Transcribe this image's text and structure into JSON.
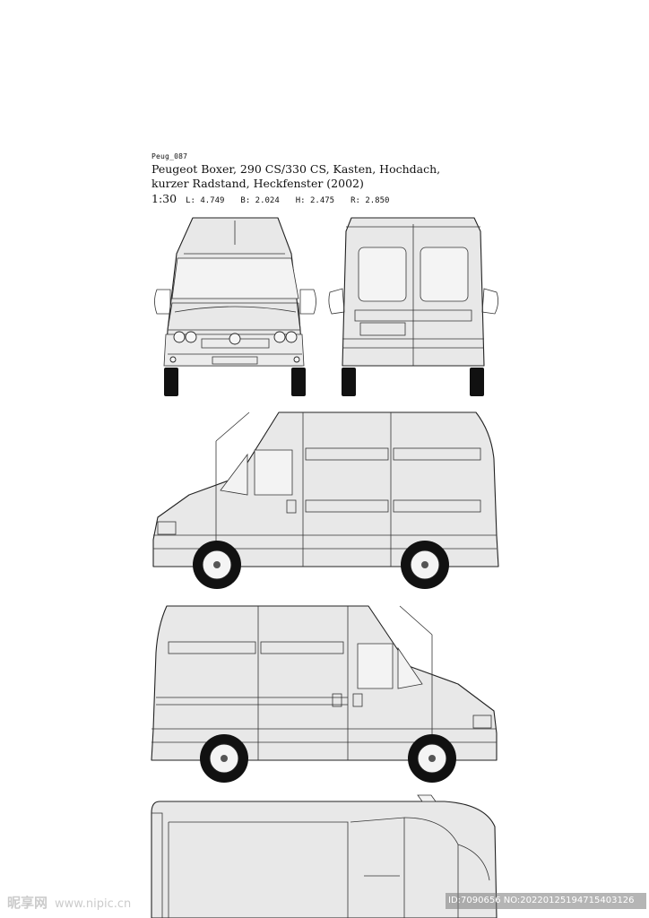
{
  "header": {
    "code": "Peug_087",
    "title_line1": "Peugeot Boxer, 290 CS/330 CS, Kasten, Hochdach,",
    "title_line2": "kurzer Radstand, Heckfenster (2002)",
    "scale": "1:30",
    "length": "L: 4.749",
    "width": "B: 2.024",
    "height": "H: 2.475",
    "wheelbase": "R: 2.850"
  },
  "watermark": {
    "brand": "昵享网",
    "url": "www.nipic.cn",
    "id_text": "ID:7090656 NO:20220125194715403126"
  }
}
